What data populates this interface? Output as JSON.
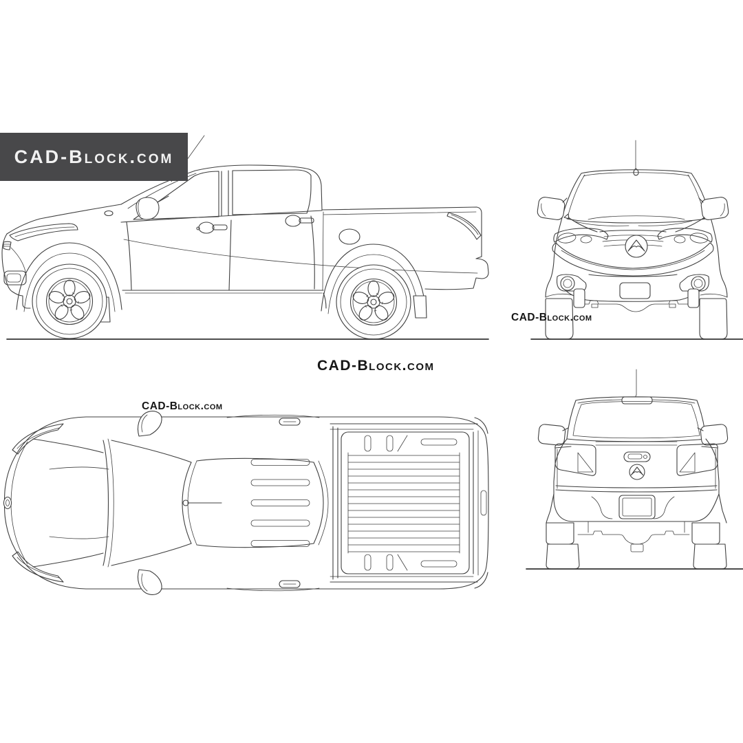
{
  "document": {
    "background": "#ffffff",
    "line_color": "#3f3f3f",
    "ground_line_color": "#333333"
  },
  "branding": {
    "banner": {
      "label": "CAD-Block.com",
      "background": "#48484a",
      "text_color": "#f2f2f2"
    },
    "watermarks": {
      "center": "CAD-Block.com",
      "front_view": "CAD-Block.com",
      "top_view": "CAD-Block.com"
    }
  },
  "figures": {
    "side_view": "pickup-truck-side-view-line-drawing",
    "front_view": "pickup-truck-front-view-line-drawing",
    "top_view": "pickup-truck-top-view-line-drawing",
    "rear_view": "pickup-truck-rear-view-line-drawing",
    "emblem": "mazda-logo"
  }
}
